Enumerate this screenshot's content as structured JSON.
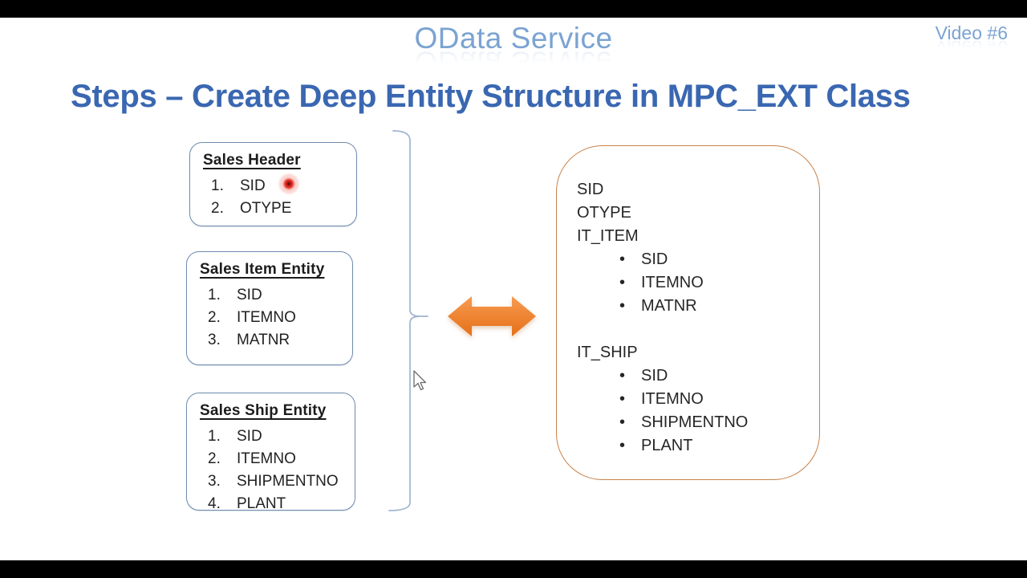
{
  "header": {
    "slide_title": "OData Service",
    "video_badge": "Video #6",
    "heading": "Steps – Create Deep Entity Structure in MPC_EXT Class"
  },
  "entities": [
    {
      "title": "Sales Header",
      "items": [
        "SID",
        "OTYPE"
      ]
    },
    {
      "title": "Sales Item Entity",
      "items": [
        "SID",
        "ITEMNO",
        "MATNR"
      ]
    },
    {
      "title": "Sales Ship Entity",
      "items": [
        "SID",
        "ITEMNO",
        "SHIPMENTNO",
        "PLANT"
      ]
    }
  ],
  "deep_entity": {
    "fields": [
      "SID",
      "OTYPE"
    ],
    "groups": [
      {
        "name": "IT_ITEM",
        "items": [
          "SID",
          "ITEMNO",
          "MATNR"
        ]
      },
      {
        "name": "IT_SHIP",
        "items": [
          "SID",
          "ITEMNO",
          "SHIPMENTNO",
          "PLANT"
        ]
      }
    ]
  },
  "colors": {
    "slide_title_blue": "#7ba3d2",
    "heading_blue": "#3a67b1",
    "entity_border_blue": "#6f8cae",
    "deep_entity_border_orange": "#c9824a",
    "arrow_orange": "#ed7d31",
    "laser_red": "#e02b20",
    "letterbox": "#000000",
    "body_text": "#262626"
  }
}
